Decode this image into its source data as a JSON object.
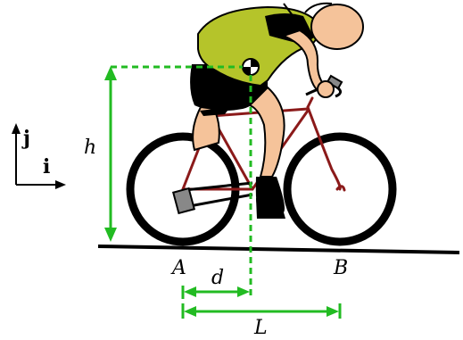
{
  "labels": {
    "h": "h",
    "d": "d",
    "L": "L",
    "A": "A",
    "B": "B",
    "i": "i",
    "j": "j"
  },
  "colors": {
    "ground": "#000000",
    "dimension": "#22bb22",
    "frame": "#8b1a1a",
    "jersey": "#b5c42a",
    "skin": "#f5c39a",
    "shorts": "#000000",
    "tire": "#000000"
  }
}
